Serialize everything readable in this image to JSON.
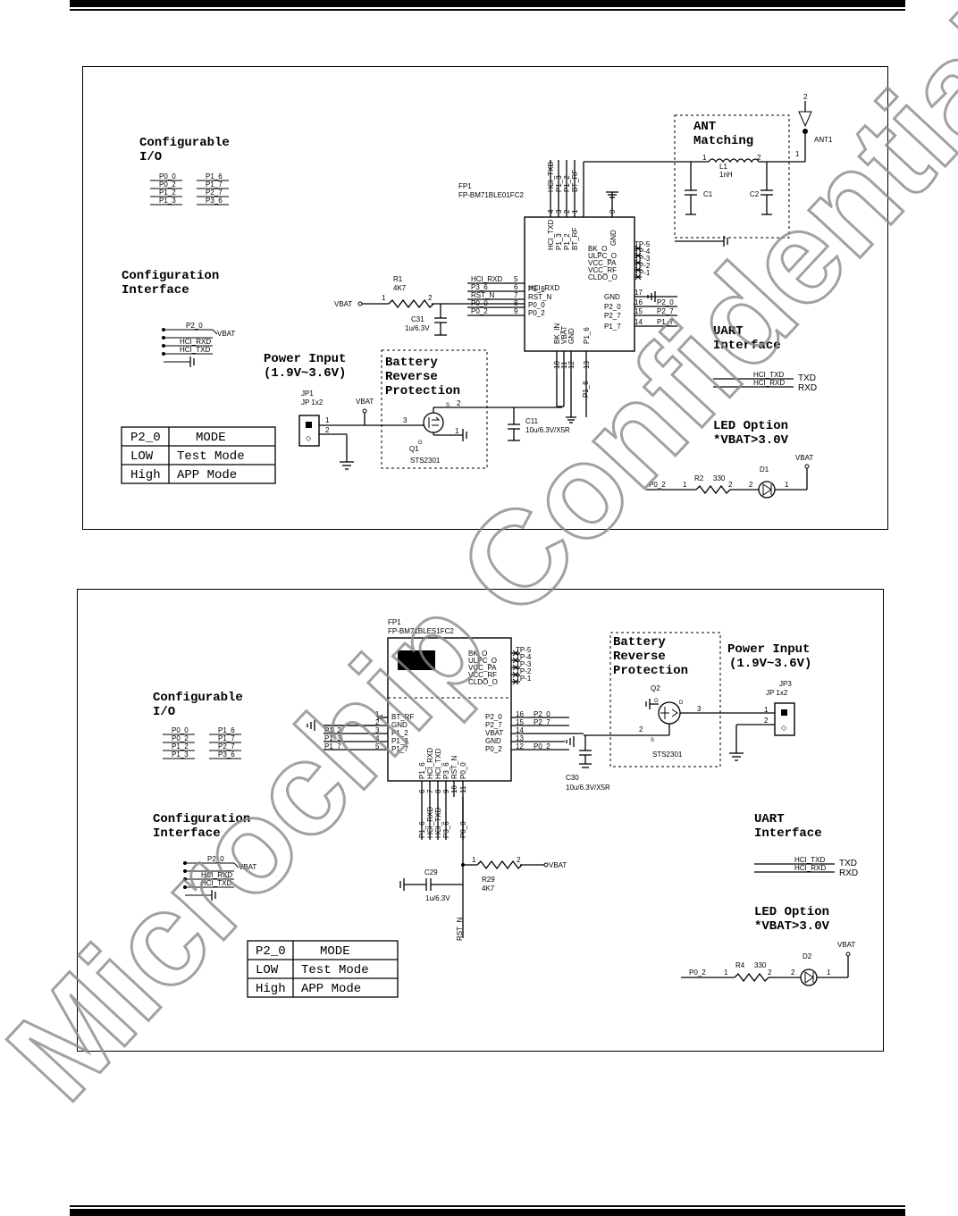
{
  "top": {
    "chip": {
      "ref": "FP1",
      "part": "FP-BM71BLE01FC2",
      "top_pins": [
        "4",
        "3",
        "2",
        "1"
      ],
      "top_labels": [
        "HCI_TXD",
        "P1_3",
        "P1_2",
        "BT_RF"
      ],
      "gnd_pin": "0",
      "gnd_label": "GND",
      "left_pins": [
        {
          "net": "HCI_RXD",
          "num": "5",
          "name": "HCI_RXD"
        },
        {
          "net": "P3_6",
          "num": "6",
          "name": "P3_6"
        },
        {
          "net": "RST_N",
          "num": "7",
          "name": "RST_N"
        },
        {
          "net": "P0_0",
          "num": "8",
          "name": "P0_0"
        },
        {
          "net": "P0_2",
          "num": "9",
          "name": "P0_2"
        }
      ],
      "tp_names": [
        "BK_O",
        "ULPC_O",
        "VCC_PA",
        "VCC_RF",
        "CLDO_O"
      ],
      "tp_labels": [
        "TP-5",
        "TP-4",
        "TP-3",
        "TP-2",
        "TP-1"
      ],
      "right_pins": [
        {
          "name": "GND",
          "num": "17",
          "net": ""
        },
        {
          "name": "P2_0",
          "num": "16",
          "net": "P2_0"
        },
        {
          "name": "P2_7",
          "num": "15",
          "net": "P2_7"
        },
        {
          "name": "P1_7",
          "num": "14",
          "net": "P1_7"
        }
      ],
      "bottom_labels": [
        "BK_IN",
        "VBAT",
        "GND",
        "P1_6"
      ],
      "bottom_pins": [
        "10",
        "11",
        "12",
        "13"
      ]
    },
    "configurable_io": {
      "title_line1": "Configurable",
      "title_line2": "I/O",
      "left": [
        "P0_0",
        "P0_2",
        "P1_2",
        "P1_3"
      ],
      "right": [
        "P1_6",
        "P1_7",
        "P2_7",
        "P3_6"
      ]
    },
    "config_interface": {
      "title_line1": "Configuration",
      "title_line2": "Interface",
      "nets": [
        "P2_0",
        "VBAT",
        "HCI_RXD",
        "HCI_TXD"
      ]
    },
    "ant": {
      "title_line1": "ANT",
      "title_line2": "Matching",
      "l1": "L1",
      "l1_val": "1nH",
      "c1": "C1",
      "c2": "C2",
      "ant": "ANT1",
      "pin1": "1",
      "pin2": "2",
      "ant_pin2": "2",
      "ant_pin1": "1"
    },
    "r1": {
      "ref": "R1",
      "val": "4K7",
      "vbat": "VBAT",
      "pin1": "1",
      "pin2": "2"
    },
    "c31": {
      "ref": "C31",
      "val": "1u/6.3V"
    },
    "power": {
      "title_line1": "Power Input",
      "title_line2": "(1.9V~3.6V)",
      "jp": "JP1",
      "jp_val": "JP 1x2",
      "vbat": "VBAT",
      "pin1": "1",
      "pin2": "2"
    },
    "battery": {
      "line1": "Battery",
      "line2": "Reverse",
      "line3": "Protection",
      "q": "Q1",
      "q_val": "STS2301",
      "p3": "3",
      "p2": "2",
      "p1": "1",
      "s": "S",
      "g": "G"
    },
    "c11": {
      "ref": "C11",
      "val": "10u/6.3V/X5R"
    },
    "uart": {
      "title_line1": "UART",
      "title_line2": "Interface",
      "n1": "HCI_TXD",
      "n2": "HCI_RXD",
      "t1": "TXD",
      "t2": "RXD"
    },
    "led": {
      "title_line1": "LED Option",
      "title_line2": "*VBAT>3.0V",
      "net": "P0_2",
      "r": "R2",
      "r_val": "330",
      "d": "D1",
      "vbat": "VBAT",
      "p1": "1",
      "p2": "2",
      "p3": "2",
      "p4": "1"
    },
    "mode_table": {
      "header": [
        "P2_0",
        "MODE"
      ],
      "rows": [
        [
          "LOW",
          "Test Mode"
        ],
        [
          "High",
          "APP Mode"
        ]
      ]
    }
  },
  "bottom": {
    "chip": {
      "ref": "FP1",
      "part": "FP-BM71BLES1FC2",
      "tp_names": [
        "BK_O",
        "ULPC_O",
        "VCC_PA",
        "VCC_RF",
        "CLDO_O"
      ],
      "tp_labels": [
        "TP-5",
        "TP-4",
        "TP-3",
        "TP-2",
        "TP-1"
      ],
      "left_names": [
        "BT_RF",
        "GND",
        "P1_2",
        "P1_3",
        "P1_7"
      ],
      "left_pins": [
        "1",
        "2",
        "3",
        "4",
        "5"
      ],
      "left_nets": [
        "",
        "",
        "P1_2",
        "P1_3",
        "P1_7"
      ],
      "right_names": [
        "P2_0",
        "P2_7",
        "VBAT",
        "GND",
        "P0_2"
      ],
      "right_pins": [
        "16",
        "15",
        "14",
        "13",
        "12"
      ],
      "right_nets": [
        "P2_0",
        "P2_7",
        "",
        "",
        "P0_2"
      ],
      "bottom_names": [
        "P1_6",
        "HCI_RXD",
        "HCI_TXD",
        "P3_6",
        "RST_N",
        "P0_0"
      ],
      "bottom_pins": [
        "6",
        "7",
        "8",
        "9",
        "10",
        "11"
      ],
      "bottom_nets": [
        "P1_6",
        "HCI_RXD",
        "HCI_TXD",
        "P3_6",
        "",
        "P0_0"
      ]
    },
    "configurable_io": {
      "title_line1": "Configurable",
      "title_line2": "I/O",
      "left": [
        "P0_0",
        "P0_2",
        "P1_2",
        "P1_3"
      ],
      "right": [
        "P1_6",
        "P1_7",
        "P2_7",
        "P3_6"
      ]
    },
    "config_interface": {
      "title_line1": "Configuration",
      "title_line2": "Interface",
      "nets": [
        "P2_0",
        "VBAT",
        "HCI_RXD",
        "HCI_TXD"
      ]
    },
    "c29": {
      "ref": "C29",
      "val": "1u/6.3V"
    },
    "r29": {
      "ref": "R29",
      "val": "4K7",
      "vbat": "VBAT",
      "pin1": "1",
      "pin2": "2",
      "rst": "RST_N"
    },
    "c30": {
      "ref": "C30",
      "val": "10u/6.3V/X5R"
    },
    "battery": {
      "line1": "Battery",
      "line2": "Reverse",
      "line3": "Protection",
      "q": "Q2",
      "q_val": "STS2301",
      "g": "G",
      "d": "D",
      "s": "S",
      "p3": "3",
      "p2": "2"
    },
    "power": {
      "title_line1": "Power Input",
      "title_line2": "(1.9V~3.6V)",
      "jp": "JP3",
      "jp_val": "JP 1x2",
      "pin1": "1",
      "pin2": "2"
    },
    "uart": {
      "title_line1": "UART",
      "title_line2": "Interface",
      "n1": "HCI_TXD",
      "n2": "HCI_RXD",
      "t1": "TXD",
      "t2": "RXD"
    },
    "led": {
      "title_line1": "LED Option",
      "title_line2": "*VBAT>3.0V",
      "net": "P0_2",
      "r": "R4",
      "r_val": "330",
      "d": "D2",
      "vbat": "VBAT",
      "p1": "1",
      "p2": "2",
      "p3": "2",
      "p4": "1"
    },
    "mode_table": {
      "header": [
        "P2_0",
        "MODE"
      ],
      "rows": [
        [
          "LOW",
          "Test Mode"
        ],
        [
          "High",
          "APP Mode"
        ]
      ]
    }
  },
  "watermark": "Microchip Confidential"
}
